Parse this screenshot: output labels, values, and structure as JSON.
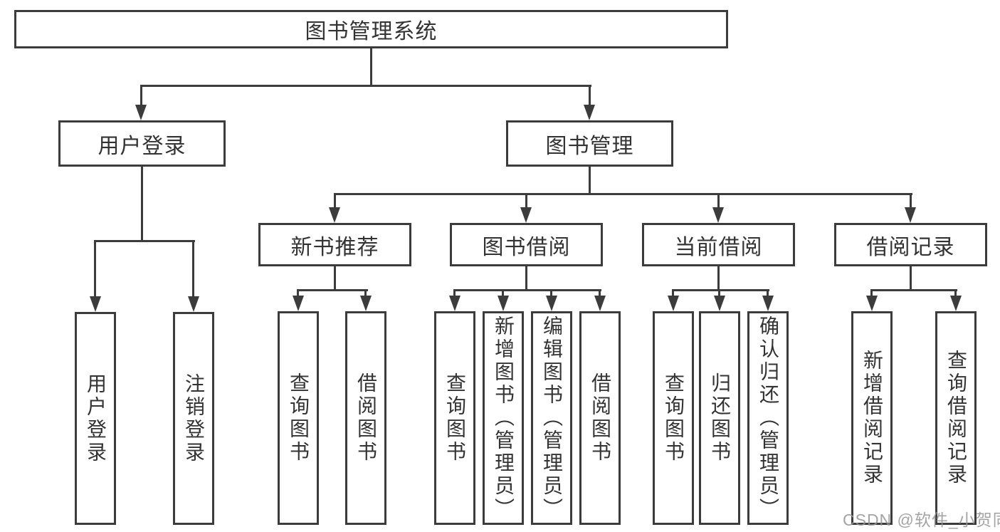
{
  "colors": {
    "line": "#3c3c3c",
    "text": "#333333",
    "background": "#ffffff",
    "watermark": "#949494"
  },
  "watermark": {
    "text": "CSDN @软件_小贺同学"
  },
  "diagram": {
    "root": {
      "label": "图书管理系统"
    },
    "branches": [
      {
        "label": "用户登录",
        "leaves": [
          {
            "label": "用户登录"
          },
          {
            "label": "注销登录"
          }
        ]
      },
      {
        "label": "图书管理",
        "children": [
          {
            "label": "新书推荐",
            "leaves": [
              {
                "label": "查询图书"
              },
              {
                "label": "借阅图书"
              }
            ]
          },
          {
            "label": "图书借阅",
            "leaves": [
              {
                "label": "查询图书"
              },
              {
                "label": "新增图书（管理员）"
              },
              {
                "label": "编辑图书（管理员）"
              },
              {
                "label": "借阅图书"
              }
            ]
          },
          {
            "label": "当前借阅",
            "leaves": [
              {
                "label": "查询图书"
              },
              {
                "label": "归还图书"
              },
              {
                "label": "确认归还（管理员）"
              }
            ]
          },
          {
            "label": "借阅记录",
            "leaves": [
              {
                "label": "新增借阅记录"
              },
              {
                "label": "查询借阅记录"
              }
            ]
          }
        ]
      }
    ]
  }
}
